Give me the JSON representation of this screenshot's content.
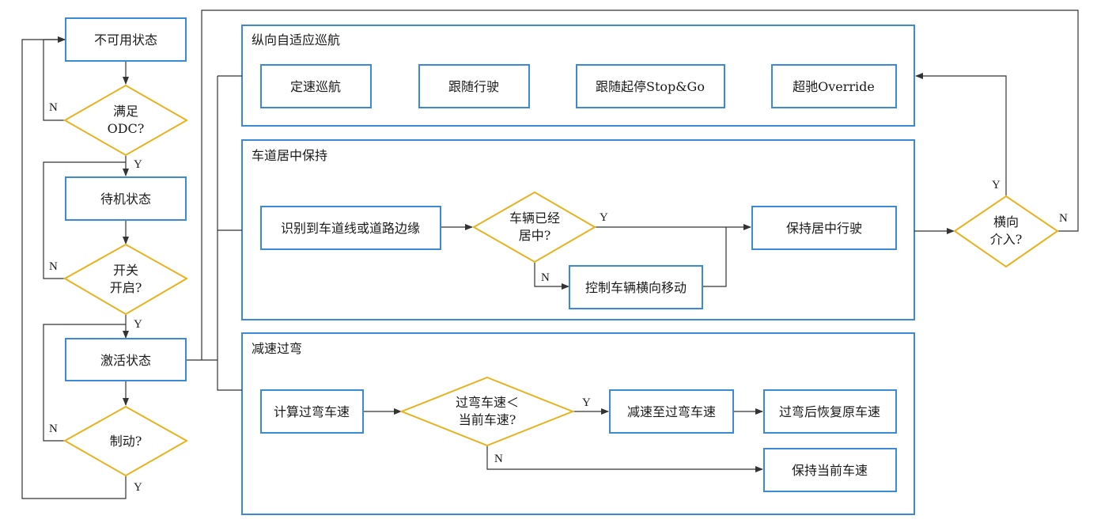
{
  "nodes": {
    "unavailable": "不可用状态",
    "odc_1": "满足",
    "odc_2": "ODC?",
    "standby": "待机状态",
    "switch_1": "开关",
    "switch_2": "开启?",
    "active": "激活状态",
    "brake": "制动?",
    "acc_title": "纵向自适应巡航",
    "cruise": "定速巡航",
    "follow": "跟随行驶",
    "stopgo": "跟随起停Stop&Go",
    "override": "超驰Override",
    "lcc_title": "车道居中保持",
    "detect": "识别到车道线或道路边缘",
    "centered_1": "车辆已经",
    "centered_2": "居中?",
    "control": "控制车辆横向移动",
    "keep_center": "保持居中行驶",
    "lateral_1": "横向",
    "lateral_2": "介入?",
    "curve_title": "减速过弯",
    "calc": "计算过弯车速",
    "compare_1": "过弯车速＜",
    "compare_2": "当前车速?",
    "decel": "减速至过弯车速",
    "restore": "过弯后恢复原车速",
    "keep_speed": "保持当前车速"
  },
  "labels": {
    "yes": "Y",
    "no": "N"
  },
  "colors": {
    "box_stroke": "#3a8ad6",
    "decision_stroke": "#e8b21e",
    "line": "#333333"
  }
}
